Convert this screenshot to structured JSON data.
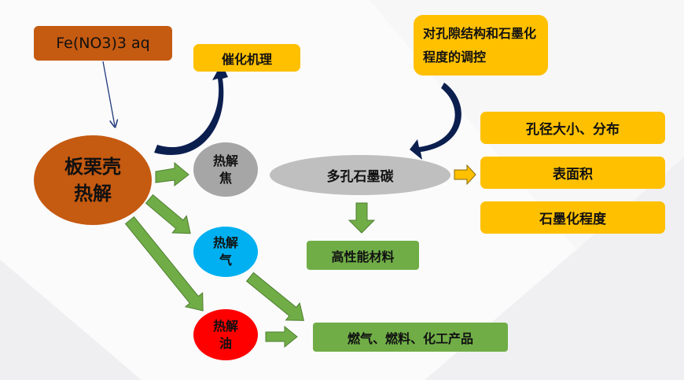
{
  "nodes": {
    "fe": "Fe(NO3)3 aq",
    "catalysis": "催化机理",
    "control": "对孔隙结构和石墨化程度的调控",
    "chestnut": "板栗壳热解",
    "char": "热解焦",
    "gas": "热解气",
    "oil": "热解油",
    "carbon": "多孔石墨碳",
    "pore": "孔径大小、分布",
    "area": "表面积",
    "graphitization": "石墨化程度",
    "material": "高性能材料",
    "fuel": "燃气、燃料、化工产品"
  },
  "colors": {
    "brown": "#c55a11",
    "yellow": "#ffc000",
    "green": "#70ad47",
    "gray": "#a6a6a6",
    "blue": "#00b0f0",
    "red": "#ff0000",
    "navy": "#0b1f4f"
  }
}
